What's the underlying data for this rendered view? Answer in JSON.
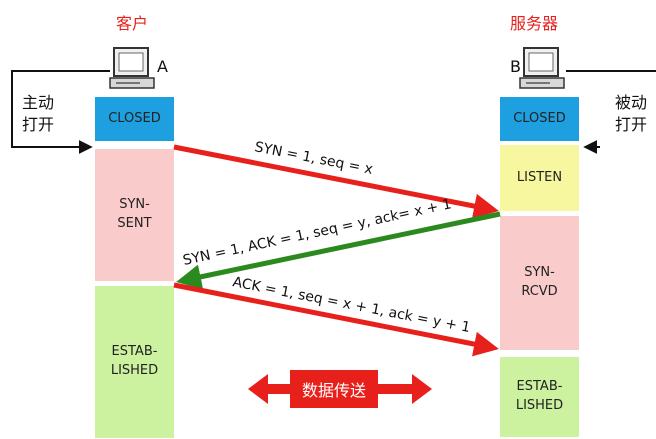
{
  "client": {
    "title": "客户",
    "letter": "A",
    "action": "主动\n打开"
  },
  "server": {
    "title": "服务器",
    "letter": "B",
    "action": "被动\n打开"
  },
  "client_states": [
    {
      "label": "CLOSED",
      "color": "#1e9fe0"
    },
    {
      "label": "SYN-\nSENT",
      "color": "#f9cbcb"
    },
    {
      "label": "ESTAB-\nLISHED",
      "color": "#ccf2a0"
    }
  ],
  "server_states": [
    {
      "label": "CLOSED",
      "color": "#1e9fe0"
    },
    {
      "label": "LISTEN",
      "color": "#f7f7a0"
    },
    {
      "label": "SYN-\nRCVD",
      "color": "#f9cbcb"
    },
    {
      "label": "ESTAB-\nLISHED",
      "color": "#ccf2a0"
    }
  ],
  "messages": [
    {
      "text": "SYN = 1, seq = x",
      "color": "#e8201c"
    },
    {
      "text": "SYN = 1, ACK = 1, seq = y, ack= x + 1",
      "color": "#2b8a1e"
    },
    {
      "text": "ACK = 1, seq = x + 1, ack = y + 1",
      "color": "#e8201c"
    }
  ],
  "data_transfer": "数据传送"
}
